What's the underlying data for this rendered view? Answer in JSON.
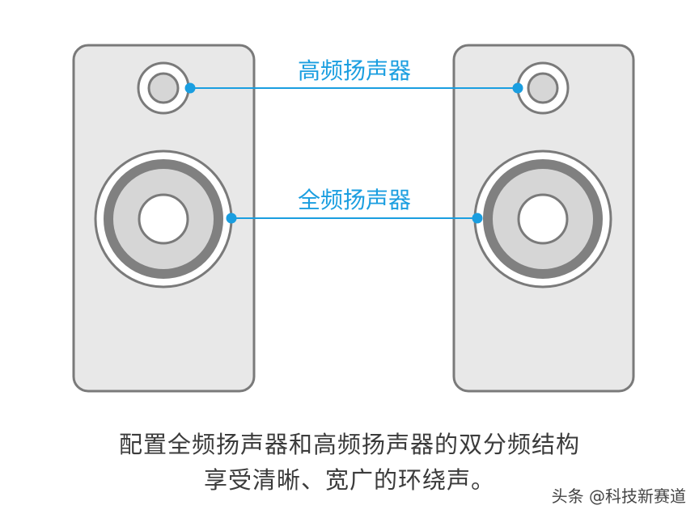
{
  "labels": {
    "tweeter": "高频扬声器",
    "full_range": "全频扬声器"
  },
  "caption": {
    "line1": "配置全频扬声器和高频扬声器的双分频结构",
    "line2": "享受清晰、宽广的环绕声。"
  },
  "watermark": "头条 @科技新赛道",
  "colors": {
    "accent": "#1a9ee0",
    "cabinet_fill": "#e8e8e8",
    "cabinet_stroke": "#7a7a7a",
    "driver_ring": "#808080",
    "driver_fill": "#d6d6d6"
  }
}
